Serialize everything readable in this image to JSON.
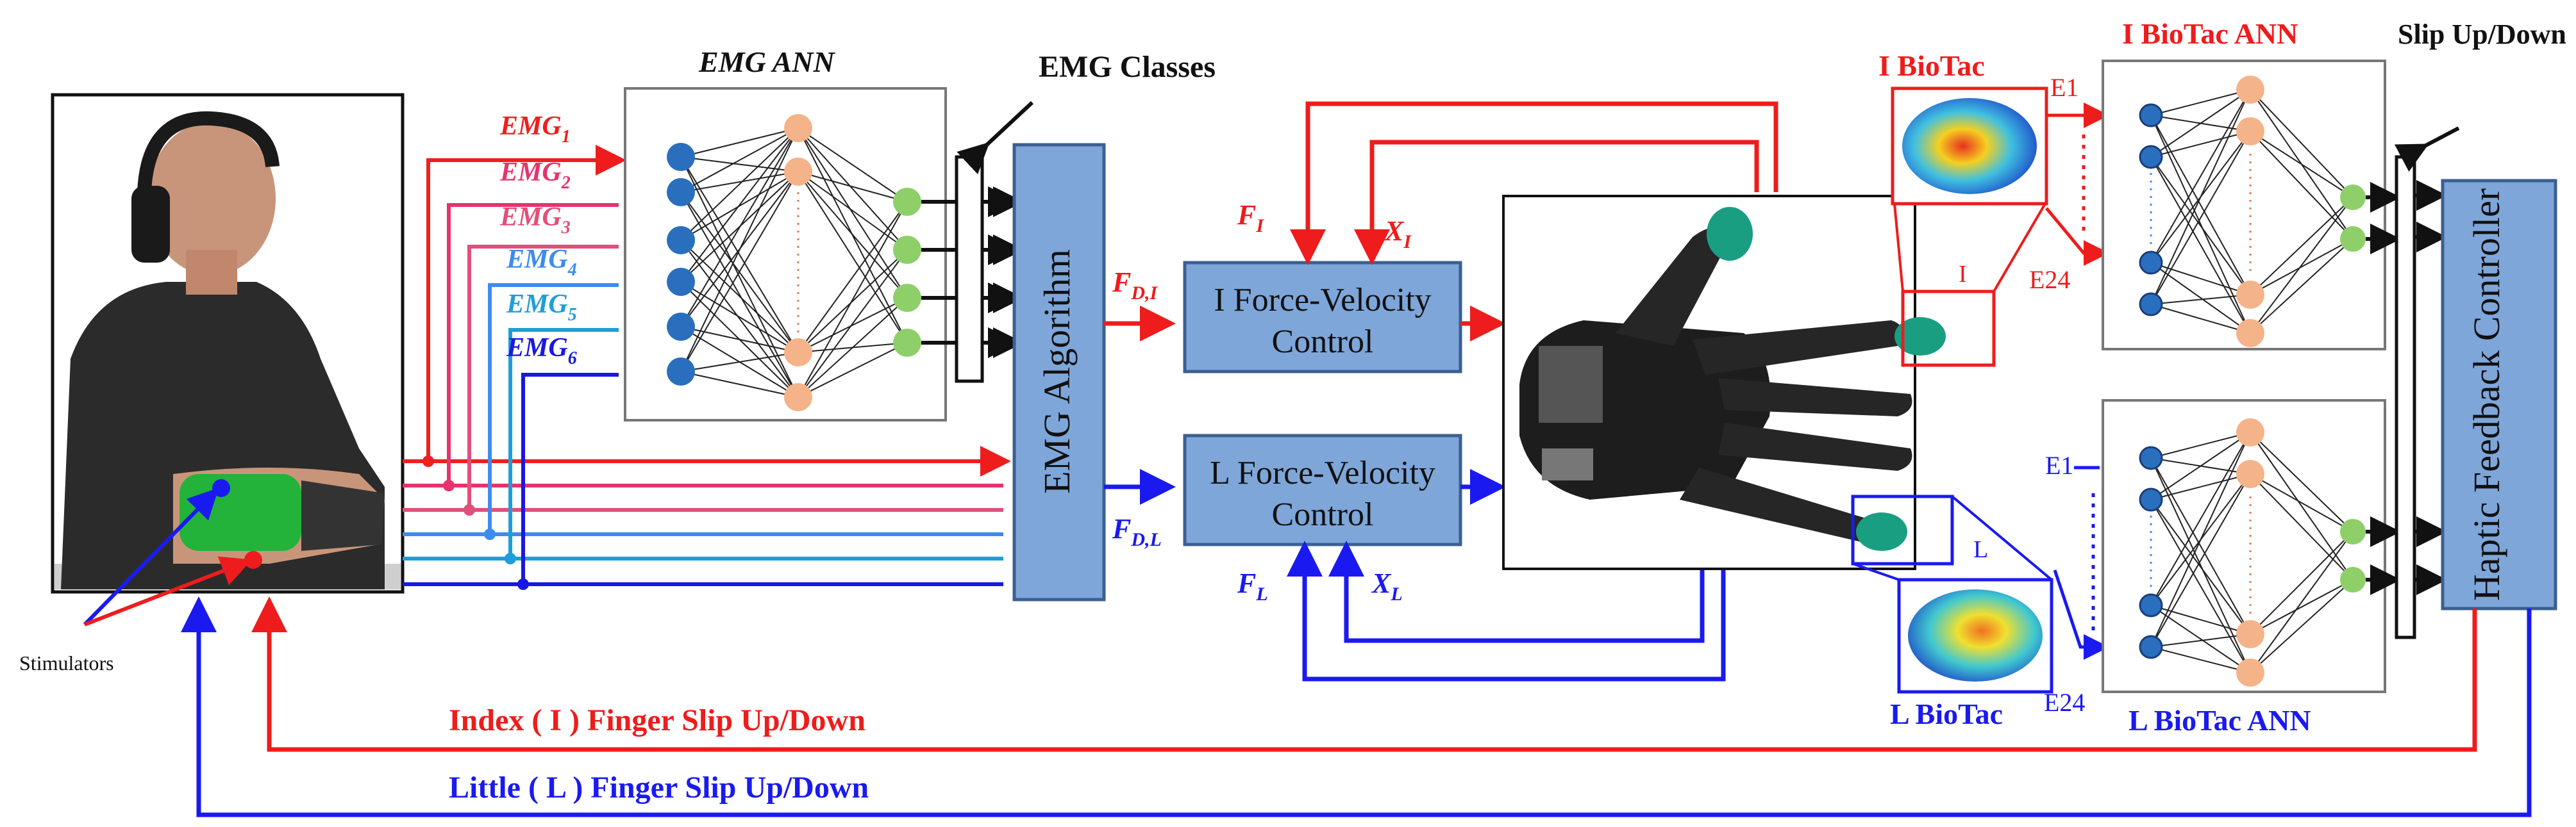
{
  "ann_emg": {
    "title": "EMG ANN"
  },
  "emg_classes": "EMG Classes",
  "emg_channels": [
    {
      "base": "EMG",
      "sub": "1",
      "color": "#f01e1e"
    },
    {
      "base": "EMG",
      "sub": "2",
      "color": "#e8326e"
    },
    {
      "base": "EMG",
      "sub": "3",
      "color": "#e0507a"
    },
    {
      "base": "EMG",
      "sub": "4",
      "color": "#3c8cf0"
    },
    {
      "base": "EMG",
      "sub": "5",
      "color": "#1e9ed8"
    },
    {
      "base": "EMG",
      "sub": "6",
      "color": "#1818e0"
    }
  ],
  "emg_algorithm": "EMG Algorithm",
  "force_velocity": {
    "index": {
      "line1": "I Force-Velocity",
      "line2": "Control"
    },
    "little": {
      "line1": "L Force-Velocity",
      "line2": "Control"
    }
  },
  "signals": {
    "fd_i": {
      "base": "F",
      "sub": "D,I"
    },
    "fd_l": {
      "base": "F",
      "sub": "D,L"
    },
    "f_i": {
      "base": "F",
      "sub": "I"
    },
    "x_i": {
      "base": "X",
      "sub": "I"
    },
    "f_l": {
      "base": "F",
      "sub": "L"
    },
    "x_l": {
      "base": "X",
      "sub": "L"
    }
  },
  "biotac": {
    "index_label": "I BioTac",
    "little_label": "L BioTac",
    "index_box": "I",
    "little_box": "L",
    "e1": "E1",
    "e24": "E24"
  },
  "ann_biotac": {
    "index_title": "I BioTac ANN",
    "little_title": "L BioTac ANN"
  },
  "slip": "Slip Up/Down",
  "haptic": "Haptic Feedback Controller",
  "feedback": {
    "index": "Index ( I ) Finger Slip Up/Down",
    "little": "Little ( L ) Finger Slip Up/Down"
  },
  "stimulators": "Stimulators",
  "colors": {
    "red": "#ee1c1c",
    "blue": "#1a1af0",
    "box_fill": "#7ea6d9",
    "node_blue": "#2a6fbe",
    "node_orange": "#f5b38a",
    "node_green": "#8fcf6a"
  }
}
